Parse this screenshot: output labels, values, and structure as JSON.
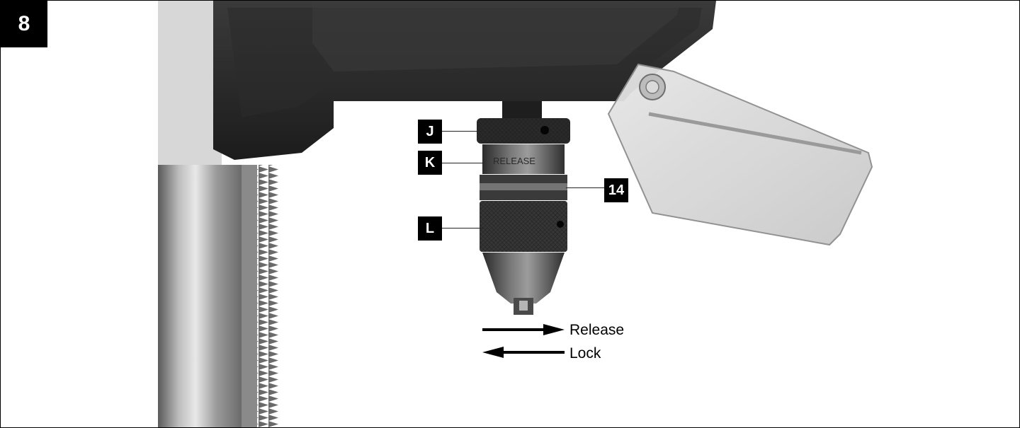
{
  "figure": {
    "number": "8"
  },
  "callouts": {
    "j": "J",
    "k": "K",
    "l": "L",
    "ref14": "14"
  },
  "chuck_text": "RELEASE",
  "directions": {
    "release": "Release",
    "lock": "Lock"
  }
}
